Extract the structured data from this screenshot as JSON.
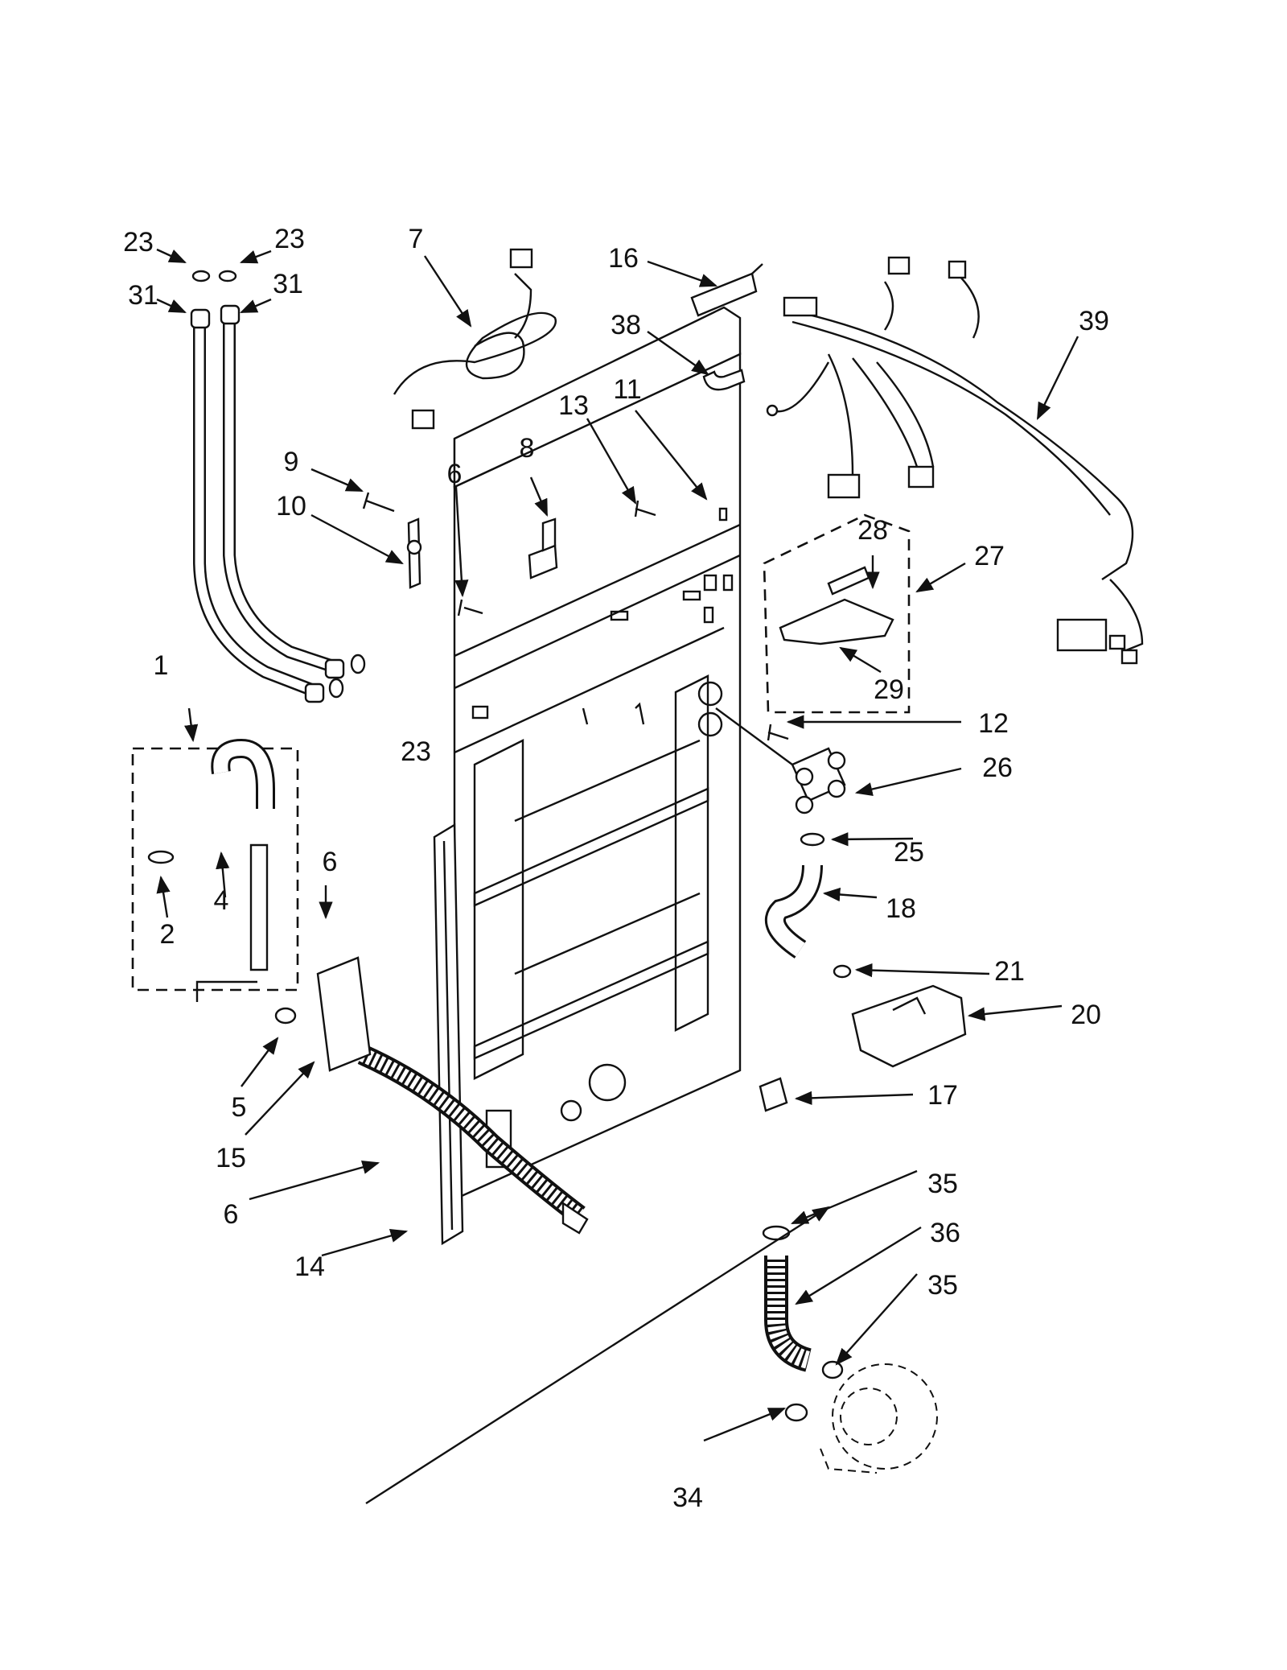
{
  "labels": {
    "l1": "1",
    "l2": "2",
    "l4": "4",
    "l5": "5",
    "l6a": "6",
    "l6b": "6",
    "l6c": "6",
    "l7": "7",
    "l8": "8",
    "l9": "9",
    "l10": "10",
    "l11": "11",
    "l12": "12",
    "l13": "13",
    "l14": "14",
    "l15": "15",
    "l16": "16",
    "l17": "17",
    "l18": "18",
    "l20": "20",
    "l21": "21",
    "l23a": "23",
    "l23b": "23",
    "l23c": "23",
    "l25": "25",
    "l26": "26",
    "l27": "27",
    "l28": "28",
    "l29": "29",
    "l31a": "31",
    "l31b": "31",
    "l34": "34",
    "l35a": "35",
    "l35b": "35",
    "l36": "36",
    "l38": "38",
    "l39": "39"
  }
}
